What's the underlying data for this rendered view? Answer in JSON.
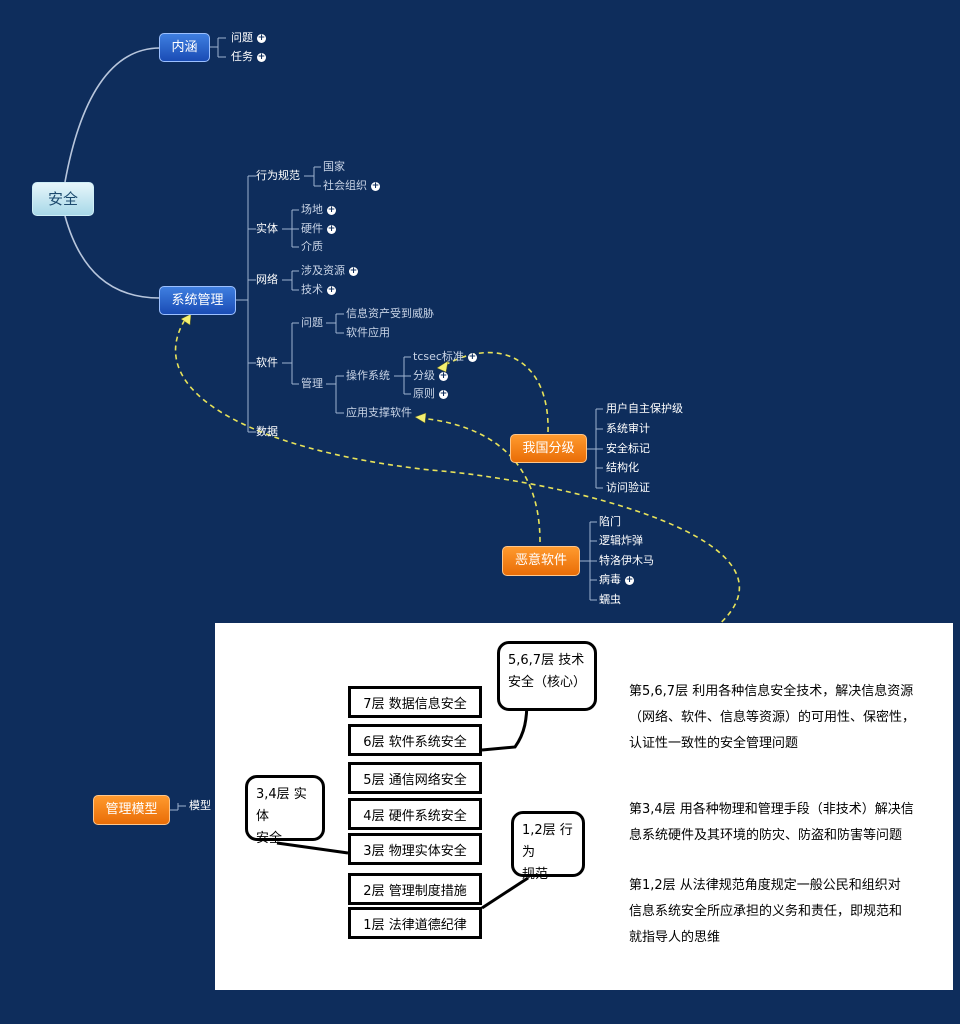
{
  "root": "安全",
  "neihan": {
    "label": "内涵",
    "children": [
      "问题",
      "任务"
    ]
  },
  "xitong": {
    "label": "系统管理",
    "xingwei": {
      "label": "行为规范",
      "children": [
        "国家",
        "社会组织"
      ]
    },
    "shiti": {
      "label": "实体",
      "children": [
        "场地",
        "硬件",
        "介质"
      ]
    },
    "wangluo": {
      "label": "网络",
      "children": [
        "涉及资源",
        "技术"
      ]
    },
    "ruanjian": {
      "label": "软件",
      "wenti": {
        "label": "问题",
        "children": [
          "信息资产受到威胁",
          "软件应用"
        ]
      },
      "guanli": {
        "label": "管理",
        "czxt": "操作系统",
        "czxt_children": [
          "tcsec标准",
          "分级",
          "原则"
        ],
        "yyzc": "应用支撑软件"
      }
    },
    "shuju": "数据"
  },
  "woguo": {
    "label": "我国分级",
    "children": [
      "用户自主保护级",
      "系统审计",
      "安全标记",
      "结构化",
      "访问验证"
    ]
  },
  "eyi": {
    "label": "恶意软件",
    "children": [
      "陷门",
      "逻辑炸弹",
      "特洛伊木马",
      "病毒",
      "蠕虫"
    ]
  },
  "guanli_model": {
    "label": "管理模型",
    "child": "模型"
  },
  "layers": [
    "7层 数据信息安全",
    "6层 软件系统安全",
    "5层 通信网络安全",
    "4层 硬件系统安全",
    "3层 物理实体安全",
    "2层 管理制度措施",
    "1层 法律道德纪律"
  ],
  "bubbles": {
    "b567": [
      "5,6,7层 技术",
      "安全（核心）"
    ],
    "b34": [
      "3,4层 实体",
      "安全"
    ],
    "b12": [
      "1,2层 行为",
      "规范"
    ]
  },
  "descs": {
    "d567": [
      "第5,6,7层 利用各种信息安全技术，解决信息资源",
      "（网络、软件、信息等资源）的可用性、保密性，",
      "认证性一致性的安全管理问题"
    ],
    "d34": [
      "第3,4层 用各种物理和管理手段（非技术）解决信",
      "息系统硬件及其环境的防灾、防盗和防害等问题"
    ],
    "d12": [
      "第1,2层 从法律规范角度规定一般公民和组织对",
      "信息系统安全所应承担的义务和责任，即规范和",
      "就指导人的思维"
    ]
  }
}
